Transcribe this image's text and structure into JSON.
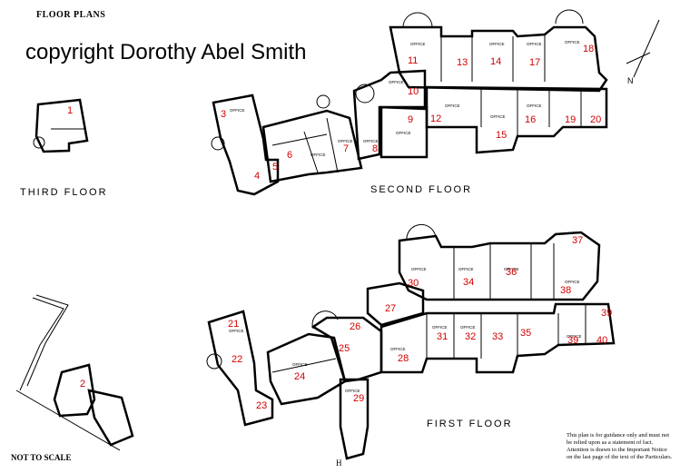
{
  "title": "FLOOR PLANS",
  "copyright": "copyright Dorothy Abel Smith",
  "floor_labels": {
    "third": "THIRD FLOOR",
    "second": "SECOND FLOOR",
    "first": "FIRST FLOOR"
  },
  "not_to_scale": "NOT TO SCALE",
  "page_number": "H",
  "disclaimer": "This plan is for guidance only and must not be relied upon as a statement of fact. Attention is drawn to the Important Notice on the last page of the text of the Particulars.",
  "room_word": "OFFICE",
  "room_numbers": [
    "1",
    "2",
    "3",
    "4",
    "5",
    "6",
    "7",
    "8",
    "9",
    "10",
    "11",
    "12",
    "13",
    "14",
    "15",
    "16",
    "17",
    "18",
    "19",
    "20",
    "21",
    "22",
    "23",
    "24",
    "25",
    "26",
    "27",
    "28",
    "29",
    "30",
    "31",
    "32",
    "33",
    "34",
    "35",
    "36",
    "37",
    "38",
    "39",
    "40"
  ],
  "colors": {
    "room_number": "#d20000",
    "line": "#000000",
    "background": "#ffffff"
  }
}
